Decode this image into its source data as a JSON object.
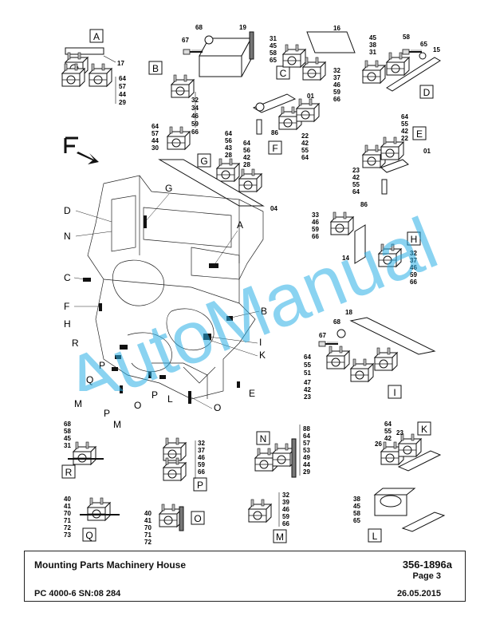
{
  "footer": {
    "title": "Mounting Parts Machinery House",
    "doc_number": "356-1896a",
    "page": "Page 3",
    "model": "PC 4000-6 SN:08 284",
    "date": "26.05.2015"
  },
  "watermark": "AutoManual",
  "view_boxes": [
    "A",
    "B",
    "C",
    "D",
    "E",
    "F",
    "G",
    "H",
    "I",
    "K",
    "L",
    "M",
    "N",
    "O",
    "P",
    "Q",
    "R"
  ],
  "callouts": [
    {
      "id": "A",
      "letter": "A",
      "numbers": [
        "17",
        "64",
        "57",
        "44",
        "29"
      ]
    },
    {
      "id": "B",
      "letter": "B",
      "numbers": [
        "68",
        "67",
        "19",
        "32",
        "34",
        "46",
        "59",
        "66"
      ]
    },
    {
      "id": "C",
      "letter": "C",
      "numbers": [
        "16",
        "31",
        "45",
        "58",
        "65",
        "32",
        "37",
        "46",
        "59",
        "66"
      ]
    },
    {
      "id": "D",
      "letter": "D",
      "numbers": [
        "58",
        "45",
        "38",
        "31",
        "65",
        "15"
      ]
    },
    {
      "id": "E",
      "letter": "E",
      "numbers": [
        "64",
        "55",
        "42",
        "22",
        "01",
        "23",
        "42",
        "55",
        "64",
        "86"
      ]
    },
    {
      "id": "F",
      "letter": "F",
      "numbers": [
        "01",
        "86",
        "22",
        "42",
        "55",
        "64"
      ]
    },
    {
      "id": "G",
      "letter": "G",
      "numbers": [
        "64",
        "57",
        "44",
        "30",
        "64",
        "56",
        "43",
        "28",
        "64",
        "56",
        "42",
        "28",
        "04"
      ]
    },
    {
      "id": "H",
      "letter": "H",
      "numbers": [
        "33",
        "46",
        "59",
        "66",
        "14",
        "32",
        "37",
        "46",
        "59",
        "66"
      ]
    },
    {
      "id": "I",
      "letter": "I",
      "numbers": [
        "18",
        "68",
        "67",
        "64",
        "55",
        "51",
        "47",
        "42",
        "23"
      ]
    },
    {
      "id": "K",
      "letter": "K",
      "numbers": [
        "64",
        "55",
        "42",
        "23",
        "26"
      ]
    },
    {
      "id": "L",
      "letter": "L",
      "numbers": [
        "38",
        "45",
        "58",
        "65"
      ]
    },
    {
      "id": "M",
      "letter": "M",
      "numbers": [
        "32",
        "39",
        "46",
        "59",
        "66"
      ]
    },
    {
      "id": "N",
      "letter": "N",
      "numbers": [
        "88",
        "64",
        "57",
        "53",
        "49",
        "44",
        "29"
      ]
    },
    {
      "id": "O",
      "letter": "O",
      "numbers": [
        "40",
        "41",
        "70",
        "71",
        "72"
      ]
    },
    {
      "id": "P",
      "letter": "P",
      "numbers": [
        "32",
        "37",
        "46",
        "59",
        "66"
      ]
    },
    {
      "id": "Q",
      "letter": "Q",
      "numbers": [
        "40",
        "41",
        "70",
        "71",
        "72",
        "73"
      ]
    },
    {
      "id": "R",
      "letter": "R",
      "numbers": [
        "68",
        "58",
        "45",
        "31"
      ]
    }
  ],
  "frame_labels": [
    "G",
    "A",
    "D",
    "N",
    "C",
    "F",
    "H",
    "R",
    "B",
    "I",
    "K",
    "P",
    "Q",
    "M",
    "P",
    "O",
    "P",
    "L",
    "O",
    "E",
    "M"
  ]
}
